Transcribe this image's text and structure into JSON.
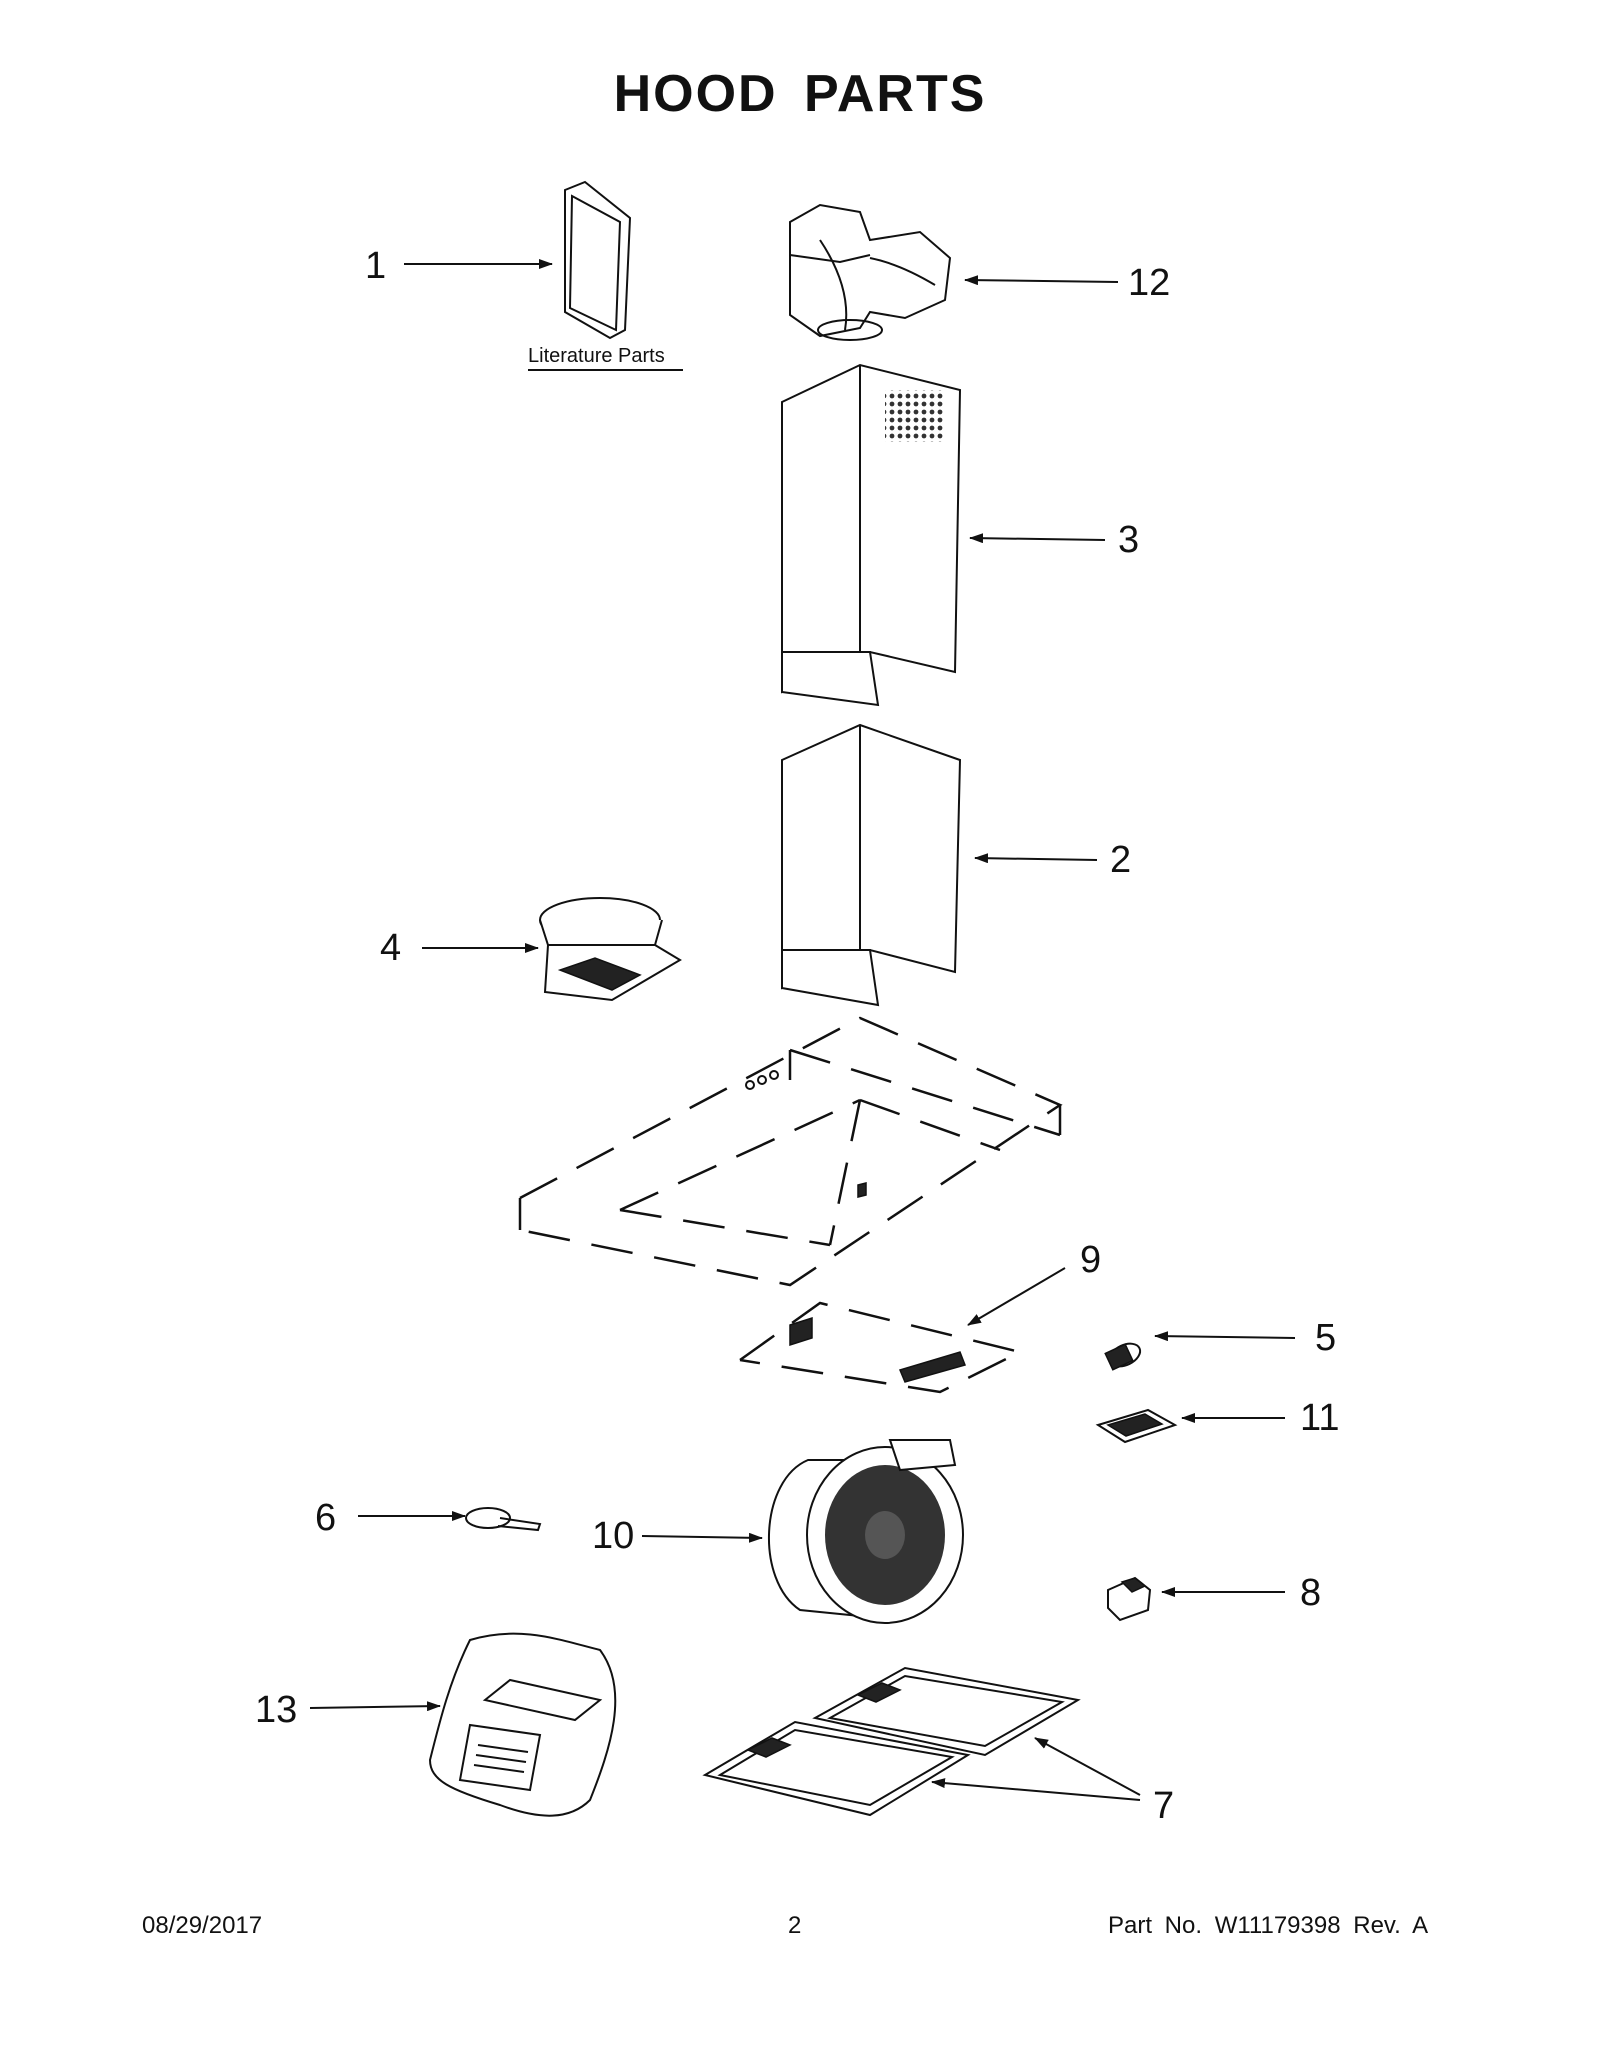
{
  "title": "HOOD PARTS",
  "literature_label": "Literature Parts",
  "callouts": {
    "c1": "1",
    "c2": "2",
    "c3": "3",
    "c4": "4",
    "c5": "5",
    "c6": "6",
    "c7": "7",
    "c8": "8",
    "c9": "9",
    "c10": "10",
    "c11": "11",
    "c12": "12",
    "c13": "13"
  },
  "footer": {
    "date": "08/29/2017",
    "page": "2",
    "part_info": "Part No.  W11179398  Rev.  A"
  }
}
